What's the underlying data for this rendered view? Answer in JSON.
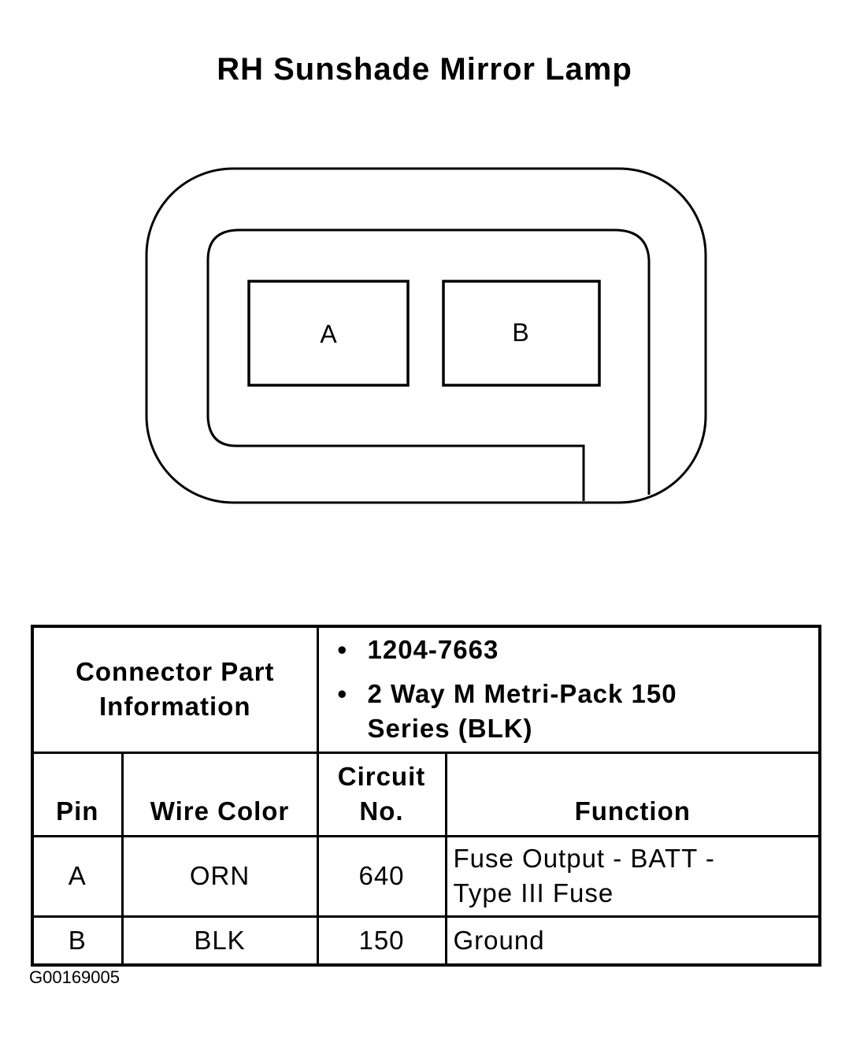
{
  "title": "RH Sunshade Mirror Lamp",
  "connector": {
    "cavities": [
      {
        "label": "A"
      },
      {
        "label": "B"
      }
    ]
  },
  "connector_part": {
    "label_line1": "Connector Part",
    "label_line2": "Information",
    "items": [
      "1204-7663",
      "2 Way M Metri-Pack 150",
      "Series (BLK)"
    ]
  },
  "table": {
    "headers": {
      "pin": "Pin",
      "wire_color": "Wire Color",
      "circuit_line1": "Circuit",
      "circuit_line2": "No.",
      "function": "Function"
    },
    "rows": [
      {
        "pin": "A",
        "wire_color": "ORN",
        "circuit": "640",
        "function_line1": "Fuse Output - BATT -",
        "function_line2": "Type III Fuse"
      },
      {
        "pin": "B",
        "wire_color": "BLK",
        "circuit": "150",
        "function_line1": "Ground",
        "function_line2": ""
      }
    ]
  },
  "figure_code": "G00169005"
}
